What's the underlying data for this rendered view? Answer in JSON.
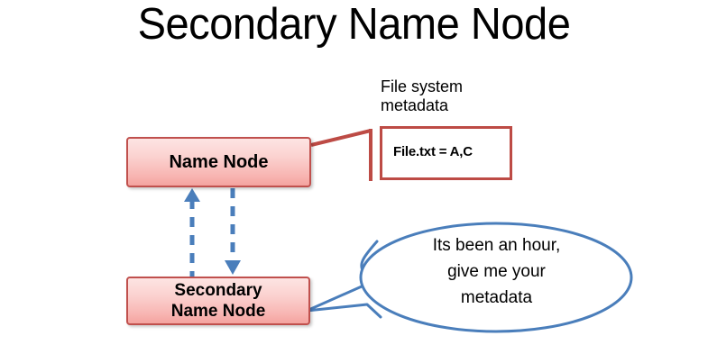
{
  "slide": {
    "title": "Secondary Name Node"
  },
  "nodes": {
    "name_node": {
      "label": "Name Node"
    },
    "secondary_name_node": {
      "label_line1": "Secondary",
      "label_line2": "Name Node"
    }
  },
  "metadata": {
    "caption": "File system metadata",
    "record": "File.txt = A,C"
  },
  "speech": {
    "line1": "Its been an hour,",
    "line2": "give me your",
    "line3": "metadata"
  },
  "colors": {
    "box_border_red": "#c0504d",
    "box_fill_top": "#fde4e3",
    "box_fill_bottom": "#f4a39f",
    "metadata_border_red": "#bd4b45",
    "connector_red": "#bd4b45",
    "arrow_blue": "#4a7ebb",
    "bubble_outline_blue": "#4a7ebb",
    "text_black": "#000000",
    "background": "#ffffff"
  }
}
